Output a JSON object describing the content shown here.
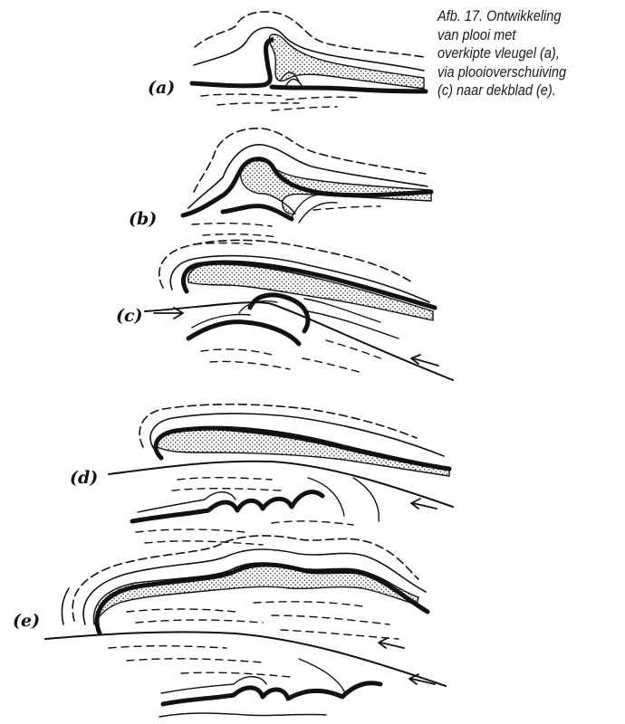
{
  "caption": {
    "lines": [
      "Afb. 17. Ontwikkeling",
      "van plooi met",
      "overkipte vleugel (a),",
      "via plooioverschuiving",
      "(c) naar dekblad (e)."
    ]
  },
  "panels": [
    {
      "id": "a",
      "label": "(a)"
    },
    {
      "id": "b",
      "label": "(b)"
    },
    {
      "id": "c",
      "label": "(c)"
    },
    {
      "id": "d",
      "label": "(d)"
    },
    {
      "id": "e",
      "label": "(e)"
    }
  ],
  "colors": {
    "ink": "#111111",
    "paper": "#ffffff"
  }
}
